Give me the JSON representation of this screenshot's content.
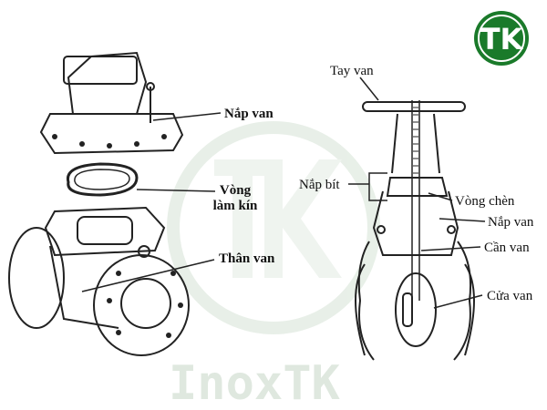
{
  "logo": {
    "text": "TK",
    "color": "#1a7a2a"
  },
  "watermark": {
    "text": "InoxTK",
    "color": "#dfe8df"
  },
  "left_labels": {
    "nap_van": "Nắp van",
    "vong_lam_kin_1": "Vòng",
    "vong_lam_kin_2": "làm kín",
    "than_van": "Thân van"
  },
  "right_labels": {
    "tay_van": "Tay van",
    "nap_bit": "Nắp bít",
    "vong_chen": "Vòng chèn",
    "nap_van": "Nắp van",
    "can_van": "Cần van",
    "cua_van": "Cửa van"
  }
}
